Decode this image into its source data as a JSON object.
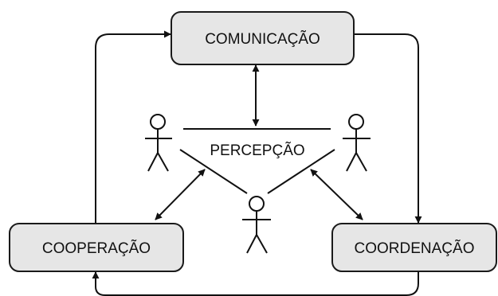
{
  "diagram": {
    "nodes": {
      "comunicacao": "COMUNICAÇÃO",
      "cooperacao": "COOPERAÇÃO",
      "coordenacao": "COORDENAÇÃO"
    },
    "center_label": "PERCEPÇÃO",
    "colors": {
      "box_fill": "#e6e6e6",
      "stroke": "#111111"
    }
  }
}
